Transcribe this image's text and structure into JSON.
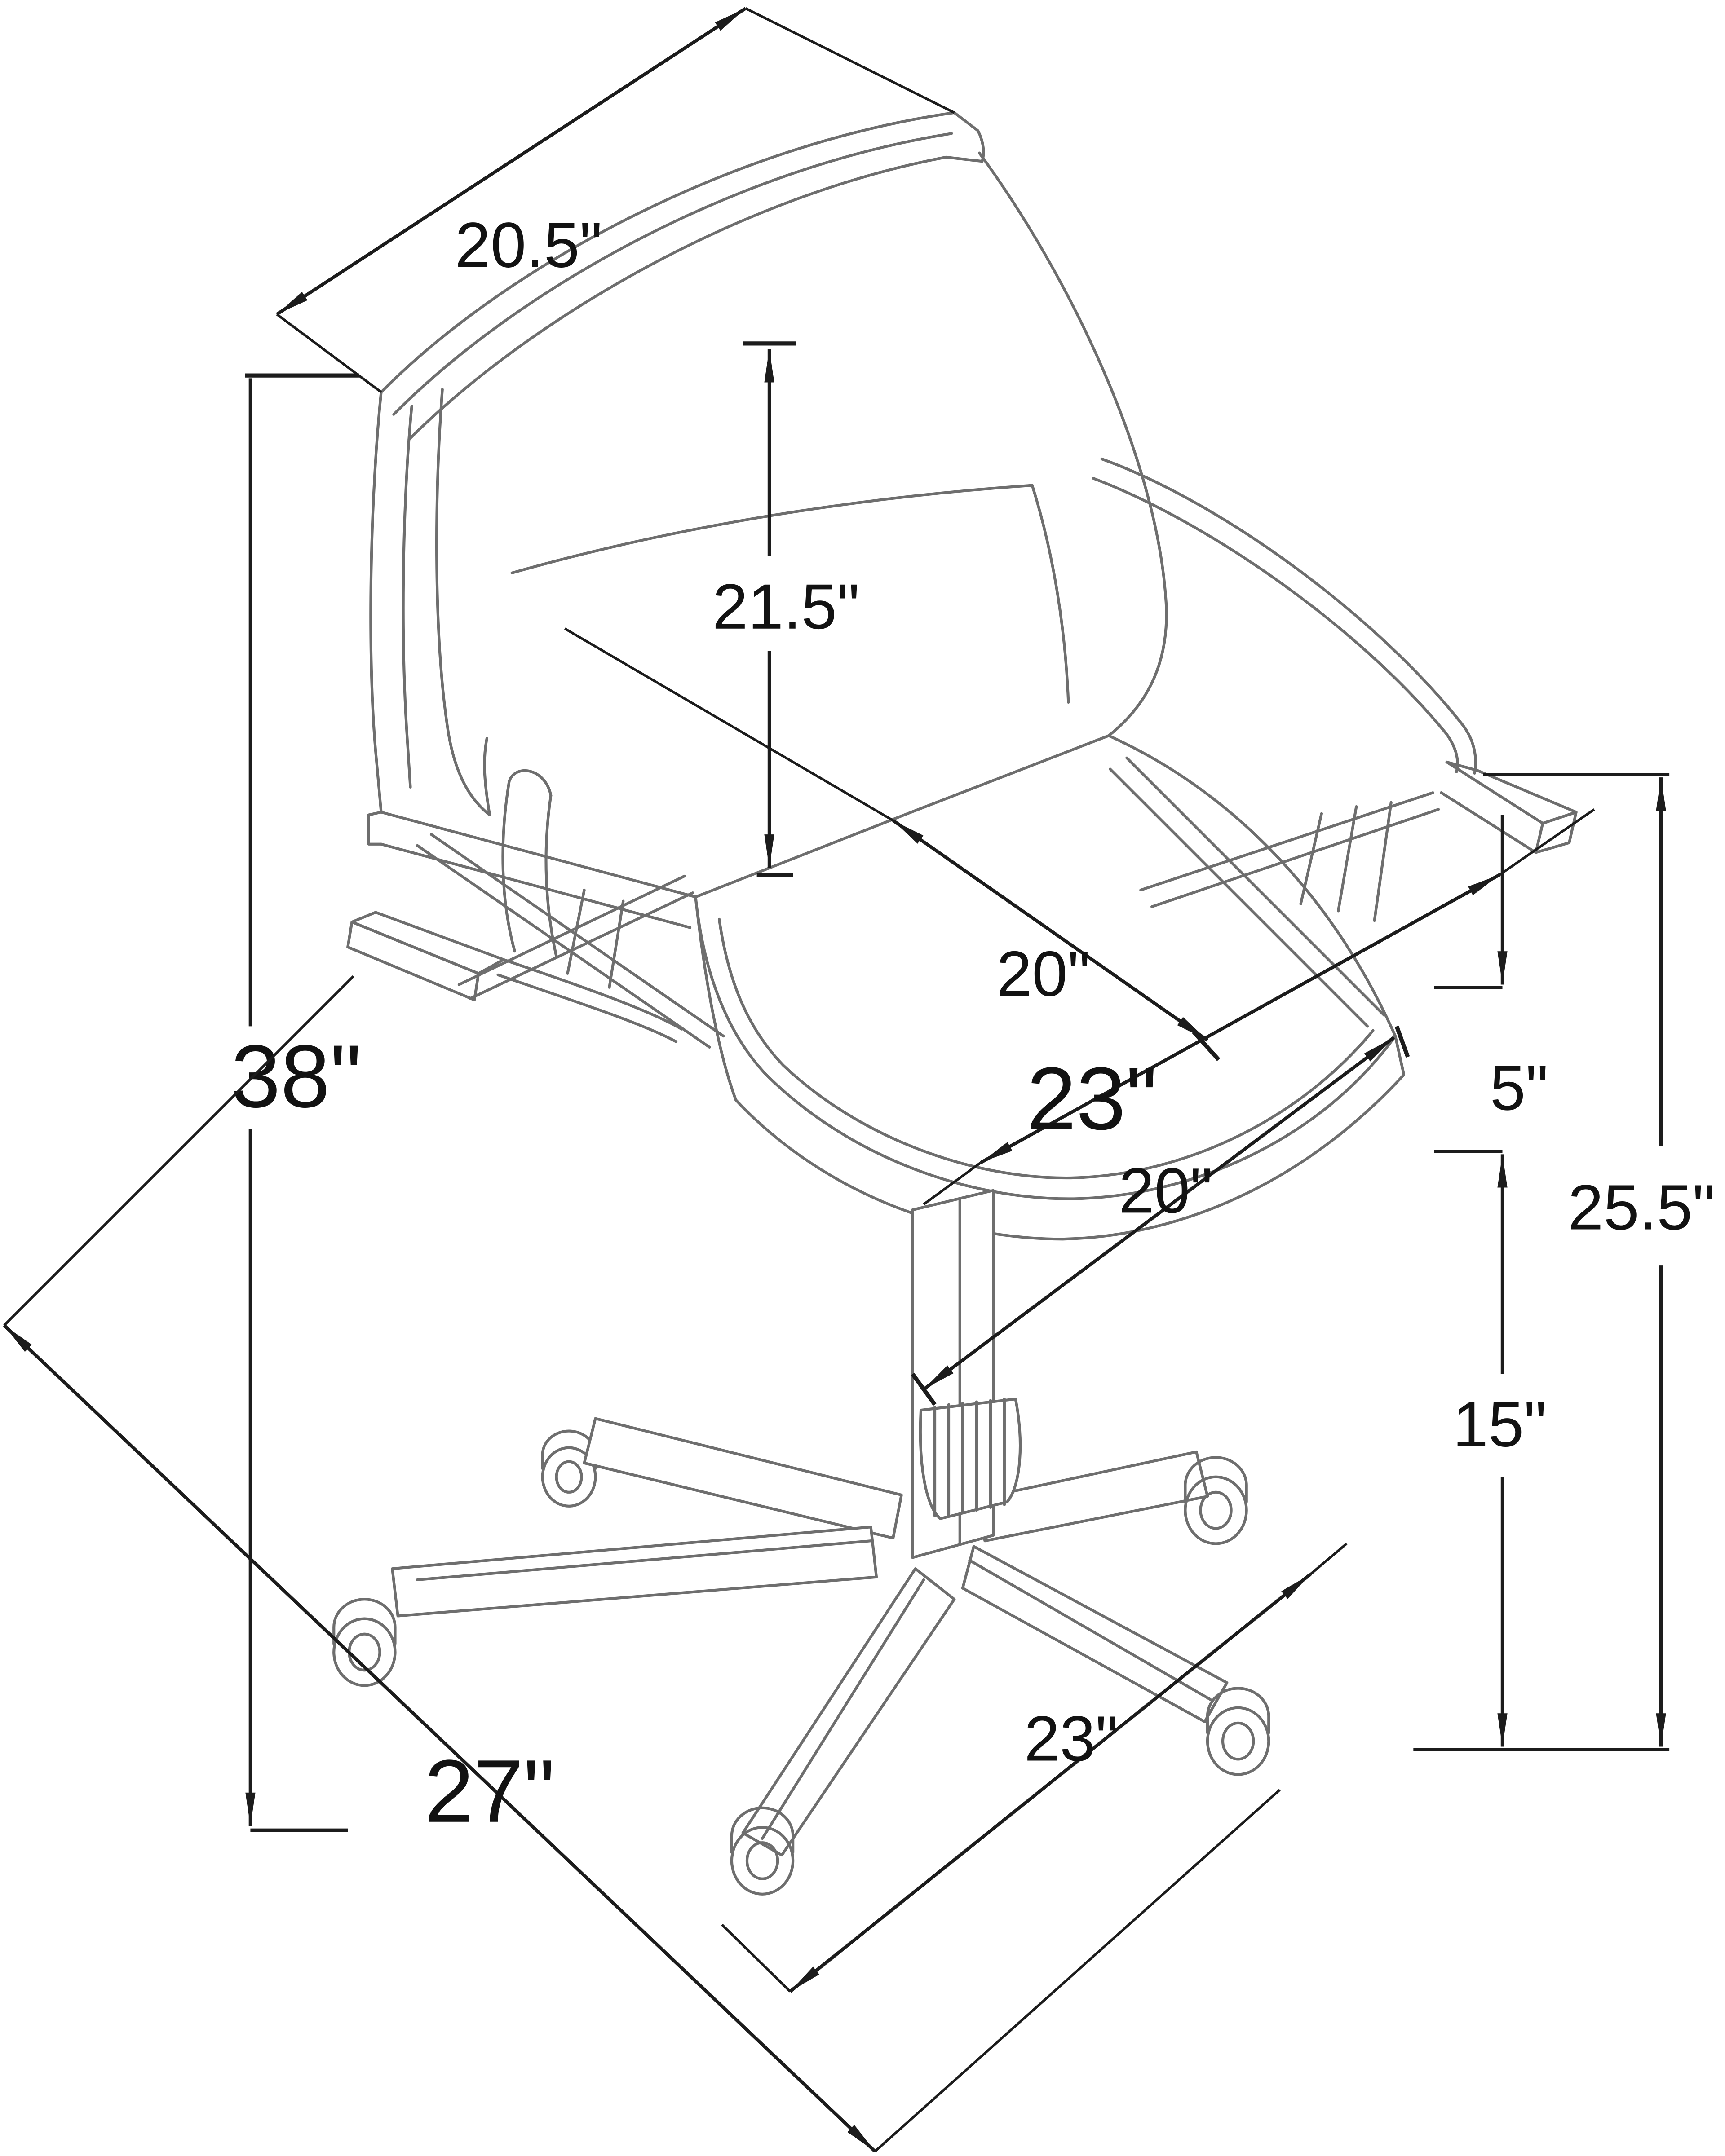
{
  "figure": {
    "type": "dimension-diagram",
    "subject": "swivel office chair with cross-brace armrests and five-star caster base",
    "units": "inches"
  },
  "dimensions": {
    "backrest_top_width": {
      "label": "20.5\"",
      "value": 20.5
    },
    "backrest_height": {
      "label": "21.5\"",
      "value": 21.5
    },
    "seat_width": {
      "label": "20\"",
      "value": 20
    },
    "overall_width": {
      "label": "23\"",
      "value": 23
    },
    "seat_front_depth": {
      "label": "20\"",
      "value": 20
    },
    "armrest_to_seat": {
      "label": "5\"",
      "value": 5
    },
    "armrest_height": {
      "label": "25.5\"",
      "value": 25.5
    },
    "seat_height": {
      "label": "15\"",
      "value": 15
    },
    "base_depth": {
      "label": "23\"",
      "value": 23
    },
    "overall_height": {
      "label": "38\"",
      "value": 38
    },
    "base_width": {
      "label": "27\"",
      "value": 27
    }
  },
  "colors": {
    "chair_line": "#6e6e6e",
    "dimension_line": "#1c1c1c",
    "text": "#121212",
    "background": "#ffffff"
  }
}
